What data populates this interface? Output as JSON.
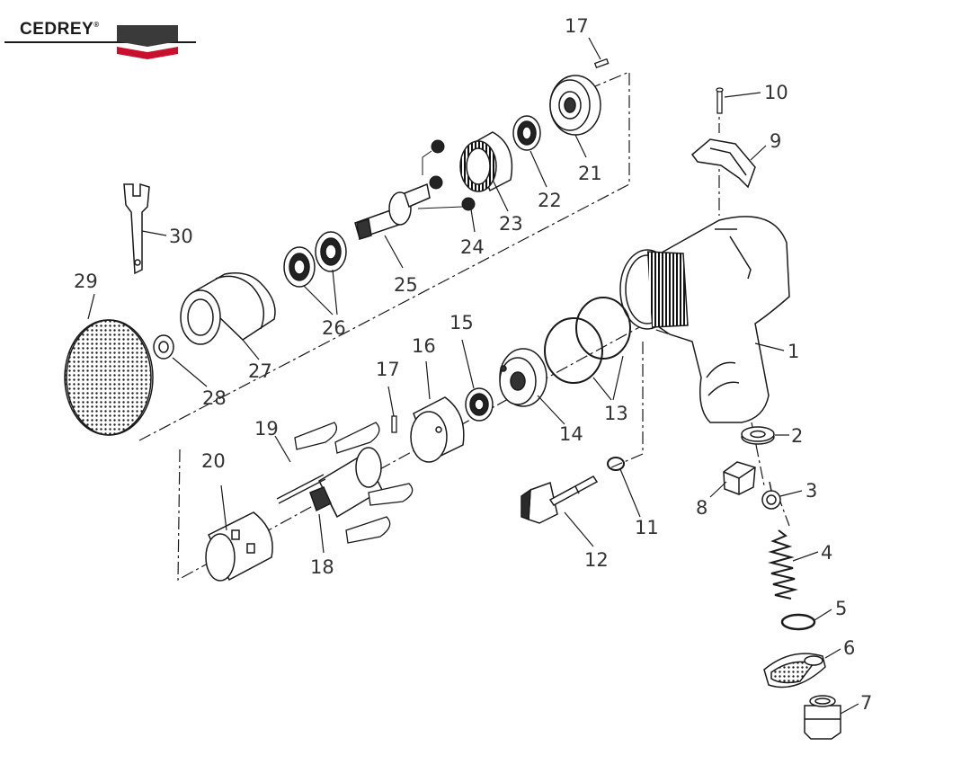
{
  "brand": {
    "name": "CEDREY",
    "mark": "®"
  },
  "colors": {
    "line": "#1a1a1a",
    "brand_red": "#c8102e",
    "brand_dark": "#3a3a3a",
    "label": "#333333"
  },
  "callouts": {
    "p1": "1",
    "p2": "2",
    "p3": "3",
    "p4": "4",
    "p5": "5",
    "p6": "6",
    "p7": "7",
    "p8": "8",
    "p9": "9",
    "p10": "10",
    "p11": "11",
    "p12": "12",
    "p13": "13",
    "p14": "14",
    "p15": "15",
    "p16": "16",
    "p17a": "17",
    "p17b": "17",
    "p18": "18",
    "p19": "19",
    "p20": "20",
    "p21": "21",
    "p22": "22",
    "p23": "23",
    "p24": "24",
    "p25": "25",
    "p26": "26",
    "p27": "27",
    "p28": "28",
    "p29": "29",
    "p30": "30"
  }
}
